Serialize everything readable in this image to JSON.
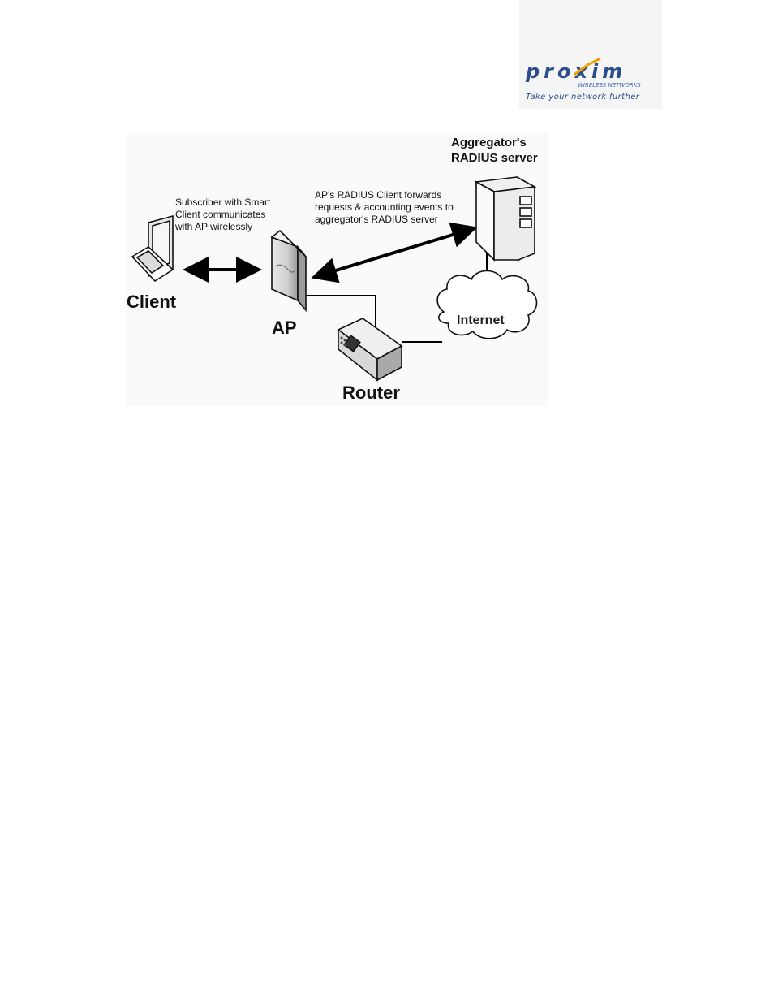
{
  "logo": {
    "brand": "proxim",
    "subtitle": "WIRELESS NETWORKS",
    "tagline": "Take your network further",
    "brand_color": "#2b4f8c",
    "accent_color": "#f0a000"
  },
  "diagram": {
    "nodes": {
      "client": "Client",
      "ap": "AP",
      "router": "Router",
      "internet": "Internet",
      "radius_server": "Aggregator's\nRADIUS server"
    },
    "notes": {
      "subscriber": "Subscriber with Smart\nClient communicates\nwith AP wirelessly",
      "radius_forward": "AP's RADIUS Client forwards\nrequests & accounting events to\naggregator's RADIUS server"
    },
    "icons": {
      "client": "laptop-icon",
      "ap": "access-point-icon",
      "router": "router-icon",
      "internet": "cloud-icon",
      "server": "server-tower-icon"
    }
  }
}
